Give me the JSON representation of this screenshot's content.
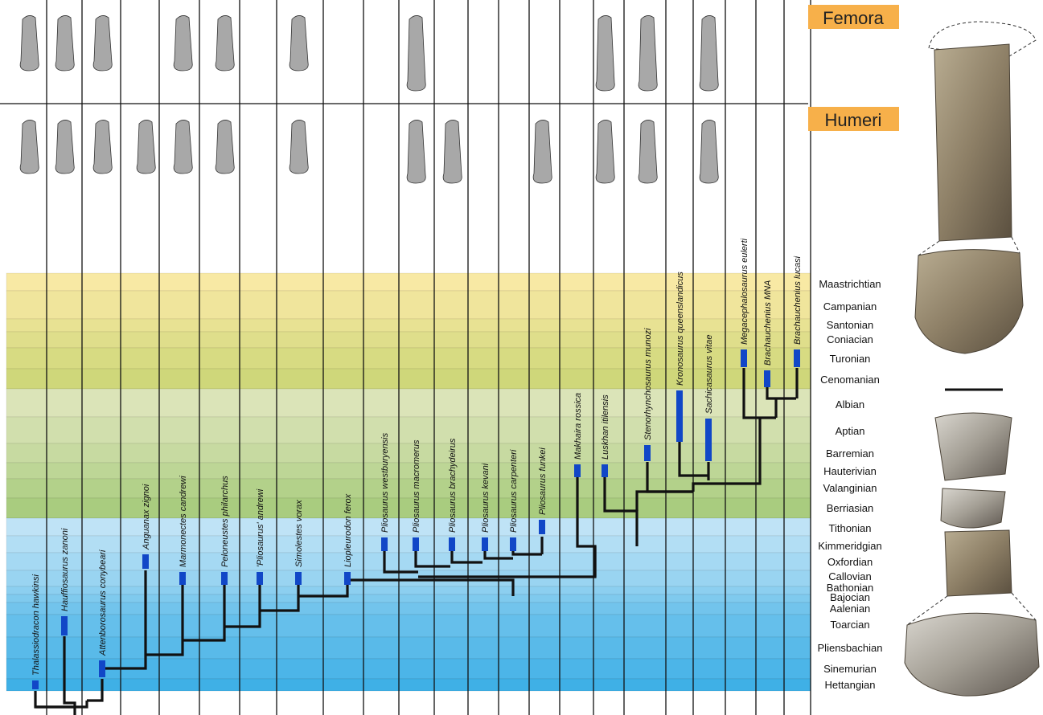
{
  "headers": {
    "femora": "Femora",
    "humeri": "Humeri"
  },
  "colors": {
    "header_bg": "#f7b04a",
    "cretaceous_upper": "#cfd77a",
    "cretaceous_lower": "#a9cc7f",
    "jurassic_upper": "#bfe3f6",
    "jurassic_lower": "#3fb0e6",
    "range_bar": "#1147c7",
    "bone": "#a8a8a8"
  },
  "taxa": [
    {
      "label": "Thalassiodracon hawkinsi",
      "stage_start": "Hettangian",
      "stage_end": "Hettangian"
    },
    {
      "label": "Hauffiosaurus zanoni",
      "stage_start": "Toarcian",
      "stage_end": "Toarcian"
    },
    {
      "label": "Attenborosaurus conybeari",
      "stage_start": "Sinemurian",
      "stage_end": "Sinemurian"
    },
    {
      "label": "Anguanax zignoi",
      "stage_start": "Oxfordian",
      "stage_end": "Oxfordian"
    },
    {
      "label": "Marmonectes candrewi",
      "stage_start": "Callovian",
      "stage_end": "Callovian"
    },
    {
      "label": "Peloneustes philarchus",
      "stage_start": "Callovian",
      "stage_end": "Callovian"
    },
    {
      "label": "'Pliosaurus' andrewi",
      "stage_start": "Callovian",
      "stage_end": "Callovian"
    },
    {
      "label": "Simolestes vorax",
      "stage_start": "Callovian",
      "stage_end": "Callovian"
    },
    {
      "label": "Liopleurodon ferox",
      "stage_start": "Callovian",
      "stage_end": "Callovian"
    },
    {
      "label": "Pliosaurus westburyensis",
      "stage_start": "Kimmeridgian",
      "stage_end": "Kimmeridgian"
    },
    {
      "label": "Pliosaurus macromerus",
      "stage_start": "Kimmeridgian",
      "stage_end": "Kimmeridgian"
    },
    {
      "label": "Pliosaurus brachydeirus",
      "stage_start": "Kimmeridgian",
      "stage_end": "Kimmeridgian"
    },
    {
      "label": "Pliosaurus kevani",
      "stage_start": "Kimmeridgian",
      "stage_end": "Kimmeridgian"
    },
    {
      "label": "Pliosaurus carpenteri",
      "stage_start": "Kimmeridgian",
      "stage_end": "Kimmeridgian"
    },
    {
      "label": "Pliosaurus funkei",
      "stage_start": "Tithonian",
      "stage_end": "Tithonian"
    },
    {
      "label": "Makhaira rossica",
      "stage_start": "Hauterivian",
      "stage_end": "Hauterivian"
    },
    {
      "label": "Luskhan itilensis",
      "stage_start": "Hauterivian",
      "stage_end": "Hauterivian"
    },
    {
      "label": "Stenorhynchosaurus munozi",
      "stage_start": "Barremian",
      "stage_end": "Barremian"
    },
    {
      "label": "Kronosaurus queenslandicus",
      "stage_start": "Aptian",
      "stage_end": "Albian"
    },
    {
      "label": "Sachicasaurus vitae",
      "stage_start": "Barremian",
      "stage_end": "Aptian"
    },
    {
      "label": "Megacephalosaurus eulerti",
      "stage_start": "Turonian",
      "stage_end": "Turonian"
    },
    {
      "label": "Brachauchenius MNA",
      "stage_start": "Cenomanian",
      "stage_end": "Cenomanian"
    },
    {
      "label": "Brachauchenius lucasi",
      "stage_start": "Turonian",
      "stage_end": "Turonian"
    }
  ],
  "stages": [
    {
      "name": "Maastrichtian",
      "period": "Cretaceous"
    },
    {
      "name": "Campanian",
      "period": "Cretaceous"
    },
    {
      "name": "Santonian",
      "period": "Cretaceous"
    },
    {
      "name": "Coniacian",
      "period": "Cretaceous"
    },
    {
      "name": "Turonian",
      "period": "Cretaceous"
    },
    {
      "name": "Cenomanian",
      "period": "Cretaceous"
    },
    {
      "name": "Albian",
      "period": "Cretaceous"
    },
    {
      "name": "Aptian",
      "period": "Cretaceous"
    },
    {
      "name": "Barremian",
      "period": "Cretaceous"
    },
    {
      "name": "Hauterivian",
      "period": "Cretaceous"
    },
    {
      "name": "Valanginian",
      "period": "Cretaceous"
    },
    {
      "name": "Berriasian",
      "period": "Cretaceous"
    },
    {
      "name": "Tithonian",
      "period": "Jurassic"
    },
    {
      "name": "Kimmeridgian",
      "period": "Jurassic"
    },
    {
      "name": "Oxfordian",
      "period": "Jurassic"
    },
    {
      "name": "Callovian",
      "period": "Jurassic"
    },
    {
      "name": "Bathonian",
      "period": "Jurassic"
    },
    {
      "name": "Bajocian",
      "period": "Jurassic"
    },
    {
      "name": "Aalenian",
      "period": "Jurassic"
    },
    {
      "name": "Toarcian",
      "period": "Jurassic"
    },
    {
      "name": "Pliensbachian",
      "period": "Jurassic"
    },
    {
      "name": "Sinemurian",
      "period": "Jurassic"
    },
    {
      "name": "Hettangian",
      "period": "Jurassic"
    }
  ],
  "femora_present": [
    true,
    true,
    true,
    false,
    true,
    true,
    false,
    true,
    false,
    false,
    true,
    false,
    false,
    false,
    false,
    false,
    true,
    true,
    false,
    true,
    false,
    false,
    false
  ],
  "humeri_present": [
    true,
    true,
    true,
    true,
    true,
    true,
    false,
    true,
    false,
    false,
    true,
    true,
    false,
    false,
    true,
    false,
    true,
    true,
    false,
    true,
    false,
    false,
    false
  ]
}
